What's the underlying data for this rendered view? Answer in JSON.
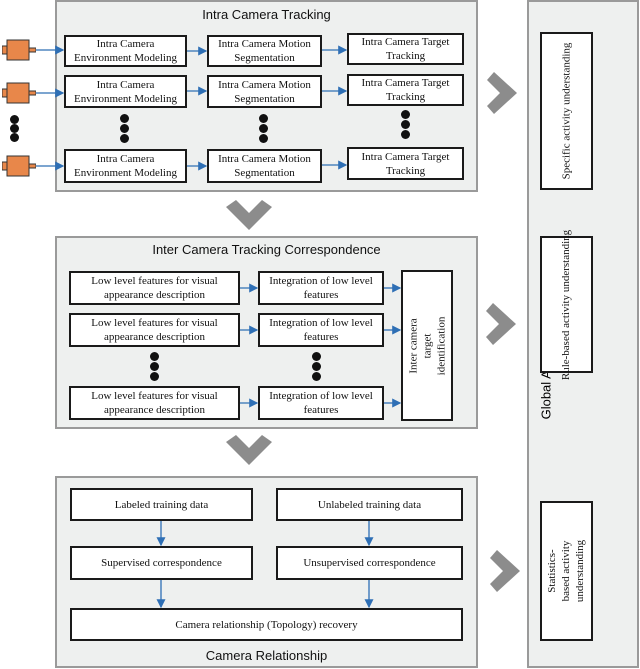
{
  "intra": {
    "title": "Intra Camera Tracking",
    "rows": [
      {
        "env": "Intra Camera Environment Modeling",
        "motion": "Intra Camera Motion Segmentation",
        "target": "Intra Camera Target Tracking"
      },
      {
        "env": "Intra Camera Environment Modeling",
        "motion": "Intra Camera Motion Segmentation",
        "target": "Intra Camera Target Tracking"
      },
      {
        "env": "Intra Camera Environment Modeling",
        "motion": "Intra Camera Motion Segmentation",
        "target": "Intra Camera Target Tracking"
      }
    ]
  },
  "inter": {
    "title": "Inter Camera Tracking Correspondence",
    "rows": [
      {
        "features": "Low level features for visual appearance description",
        "integration": "Integration of low level features"
      },
      {
        "features": "Low level features for visual appearance description",
        "integration": "Integration of low level features"
      },
      {
        "features": "Low level features for visual appearance description",
        "integration": "Integration of low level features"
      }
    ],
    "identification": "Inter camera target identification"
  },
  "relationship": {
    "title": "Camera Relationship",
    "labeled": "Labeled training data",
    "unlabeled": "Unlabeled training data",
    "supervised": "Supervised correspondence",
    "unsupervised": "Unsupervised correspondence",
    "recovery": "Camera relationship (Topology) recovery"
  },
  "global": {
    "title": "Global Activity Understanding",
    "specific": "Specific activity understanding",
    "rule": "Rule-based activity understanding",
    "statistics": "Statistics-based activity understanding"
  },
  "colors": {
    "camera": "#e8874a",
    "arrow": "#2e6fb5",
    "chevron": "#8c8c8c",
    "panel": "#eef0ef"
  }
}
